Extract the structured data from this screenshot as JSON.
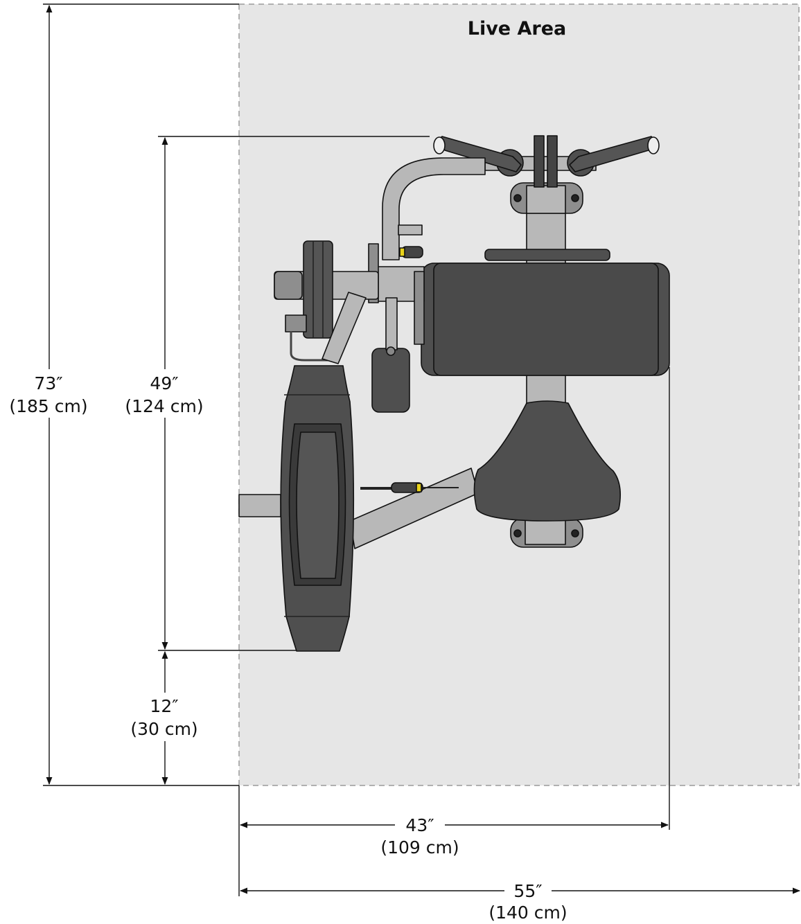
{
  "live_area": {
    "label": "Live Area",
    "fill": "#e6e6e6",
    "border": "#9a9a9a"
  },
  "dimensions": {
    "total_depth": {
      "imperial": "73″",
      "metric": "(185 cm)"
    },
    "machine_depth": {
      "imperial": "49″",
      "metric": "(124 cm)"
    },
    "clearance": {
      "imperial": "12″",
      "metric": "(30 cm)"
    },
    "machine_width": {
      "imperial": "43″",
      "metric": "(109 cm)"
    },
    "total_width": {
      "imperial": "55″",
      "metric": "(140 cm)"
    }
  },
  "colors": {
    "pad": "#4f4f4f",
    "pad_dark": "#3a3a3a",
    "frame": "#b8b8b8",
    "frame_dark": "#8e8e8e",
    "line": "#111111",
    "accent": "#e8d21a"
  }
}
